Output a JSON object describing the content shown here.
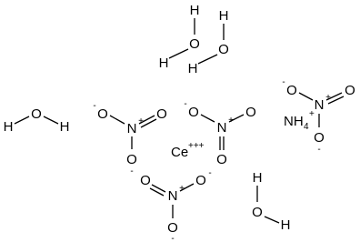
{
  "labels": {
    "hydrogen": "H",
    "oxygen": "O",
    "nitrogen": "N",
    "cerium": "Ce",
    "cerium_charge": "+++",
    "ammonium": "NH",
    "ammonium_subscript": "4",
    "plus": "+",
    "minus": "-"
  }
}
